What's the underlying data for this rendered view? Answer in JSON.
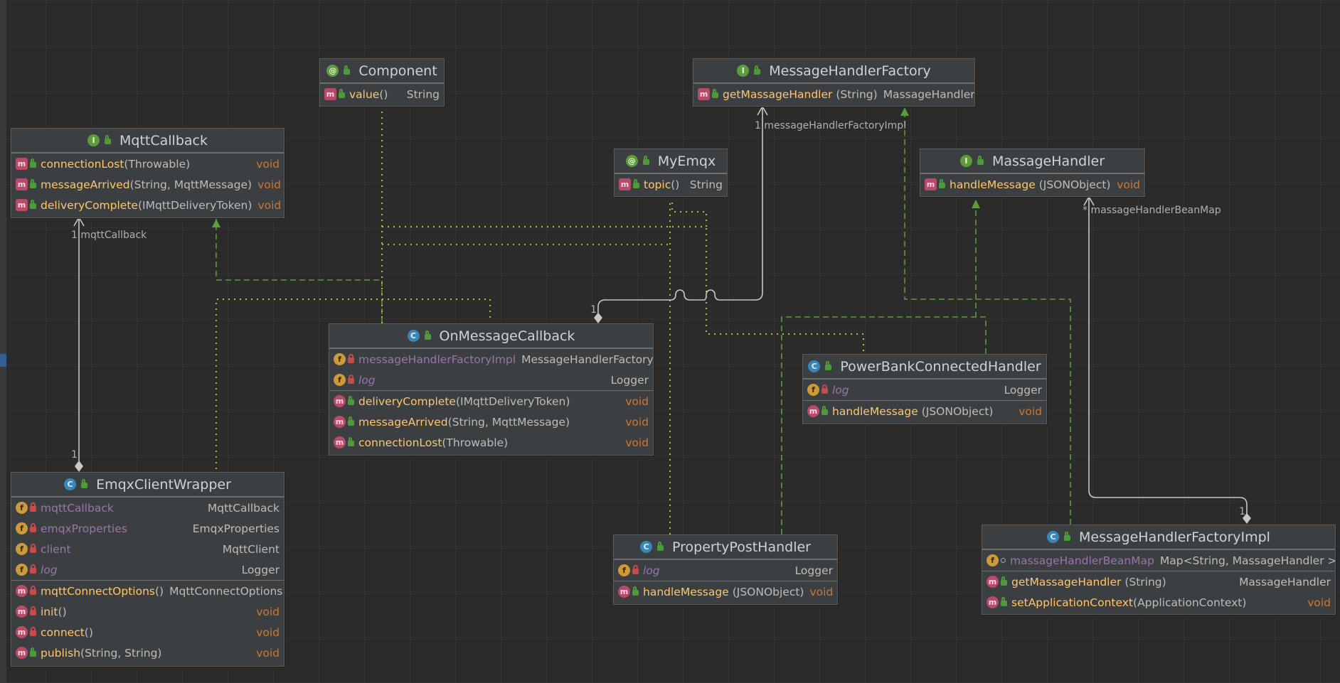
{
  "nodes": {
    "component": {
      "name": "Component",
      "kind": "annotation",
      "methods": [
        {
          "name": "value",
          "params": "()",
          "type": "String",
          "icon": "method-annotation-icon"
        }
      ]
    },
    "messageHandlerFactory": {
      "name": "MessageHandlerFactory",
      "kind": "interface",
      "methods": [
        {
          "name": "getMassageHandler",
          "params": "(String)",
          "type": "MassageHandler"
        }
      ]
    },
    "mqttCallback": {
      "name": "MqttCallback",
      "kind": "interface",
      "methods": [
        {
          "name": "connectionLost",
          "params": "(Throwable)",
          "type": "void"
        },
        {
          "name": "messageArrived",
          "params": "(String, MqttMessage)",
          "type": "void"
        },
        {
          "name": "deliveryComplete",
          "params": "(IMqttDeliveryToken)",
          "type": "void"
        }
      ]
    },
    "myEmqx": {
      "name": "MyEmqx",
      "kind": "annotation",
      "methods": [
        {
          "name": "topic",
          "params": "()",
          "type": "String"
        }
      ]
    },
    "massageHandler": {
      "name": "MassageHandler",
      "kind": "interface",
      "methods": [
        {
          "name": "handleMessage",
          "params": "(JSONObject)",
          "type": "void"
        }
      ]
    },
    "onMessageCallback": {
      "name": "OnMessageCallback",
      "kind": "class",
      "fields": [
        {
          "name": "messageHandlerFactoryImpl",
          "type": "MessageHandlerFactory",
          "static": false
        },
        {
          "name": "log",
          "type": "Logger",
          "static": true
        }
      ],
      "methods": [
        {
          "name": "deliveryComplete",
          "params": "(IMqttDeliveryToken)",
          "type": "void"
        },
        {
          "name": "messageArrived",
          "params": "(String, MqttMessage)",
          "type": "void"
        },
        {
          "name": "connectionLost",
          "params": "(Throwable)",
          "type": "void"
        }
      ]
    },
    "powerBankConnectedHandler": {
      "name": "PowerBankConnectedHandler",
      "kind": "class",
      "fields": [
        {
          "name": "log",
          "type": "Logger",
          "static": true
        }
      ],
      "methods": [
        {
          "name": "handleMessage",
          "params": "(JSONObject)",
          "type": "void"
        }
      ]
    },
    "emqxClientWrapper": {
      "name": "EmqxClientWrapper",
      "kind": "class",
      "fields": [
        {
          "name": "mqttCallback",
          "type": "MqttCallback",
          "static": false
        },
        {
          "name": "emqxProperties",
          "type": "EmqxProperties",
          "static": false
        },
        {
          "name": "client",
          "type": "MqttClient",
          "static": false
        },
        {
          "name": "log",
          "type": "Logger",
          "static": true
        }
      ],
      "methods": [
        {
          "name": "mqttConnectOptions",
          "params": "()",
          "type": "MqttConnectOptions",
          "vis": "private"
        },
        {
          "name": "init",
          "params": "()",
          "type": "void",
          "vis": "private"
        },
        {
          "name": "connect",
          "params": "()",
          "type": "void",
          "vis": "private"
        },
        {
          "name": "publish",
          "params": "(String, String)",
          "type": "void",
          "vis": "public"
        }
      ]
    },
    "propertyPostHandler": {
      "name": "PropertyPostHandler",
      "kind": "class",
      "fields": [
        {
          "name": "log",
          "type": "Logger",
          "static": true
        }
      ],
      "methods": [
        {
          "name": "handleMessage",
          "params": "(JSONObject)",
          "type": "void"
        }
      ]
    },
    "messageHandlerFactoryImpl": {
      "name": "MessageHandlerFactoryImpl",
      "kind": "class",
      "fields": [
        {
          "name": "massageHandlerBeanMap",
          "type": "Map<String, MassageHandler >",
          "static": false,
          "vis": "package"
        }
      ],
      "methods": [
        {
          "name": "getMassageHandler",
          "params": "(String)",
          "type": "MassageHandler"
        },
        {
          "name": "setApplicationContext",
          "params": "(ApplicationContext)",
          "type": "void"
        }
      ]
    }
  },
  "labels": {
    "mhf_impl": "1 messageHandlerFactoryImpl",
    "mqtt_cb": "1 mqttCallback",
    "mh_bean": "* massageHandlerBeanMap",
    "one": "1"
  },
  "colors": {
    "background": "#2b2b2b",
    "node": "#3c3f41",
    "method": "#ffc66d",
    "field": "#9876aa",
    "keyword": "#cc7832",
    "realization": "#5d9b3b",
    "annotation_use": "#b8b83a",
    "association": "#c8c8c8"
  }
}
